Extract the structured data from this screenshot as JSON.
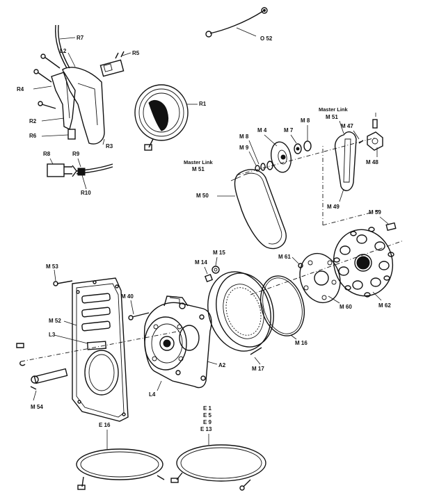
{
  "labels": {
    "o52": "O 52",
    "r7": "R7",
    "l2": "L2",
    "r5": "R5",
    "r4": "R4",
    "r1": "R1",
    "r2": "R2",
    "r6": "R6",
    "r3": "R3",
    "r8": "R8",
    "r9": "R9",
    "r10": "R10",
    "master_link_left_title": "Master Link",
    "m51_left": "M 51",
    "m50": "M 50",
    "m8_left": "M 8",
    "m9": "M 9",
    "m4": "M 4",
    "m7": "M 7",
    "m8_right": "M 8",
    "master_link_right_title": "Master Link",
    "m51_right": "M 51",
    "m47": "M 47",
    "m48": "M 48",
    "m49": "M 49",
    "m59": "M 59",
    "m53": "M 53",
    "m14": "M 14",
    "m15": "M 15",
    "m61": "M 61",
    "m62": "M 62",
    "m52": "M 52",
    "m40": "M 40",
    "l3": "L3",
    "m60": "M 60",
    "m16": "M 16",
    "m17": "M 17",
    "a2": "A2",
    "l4": "L4",
    "m54": "M 54",
    "e16": "E 16",
    "e1": "E 1",
    "e5": "E 5",
    "e9": "E 9",
    "e13": "E 13"
  }
}
